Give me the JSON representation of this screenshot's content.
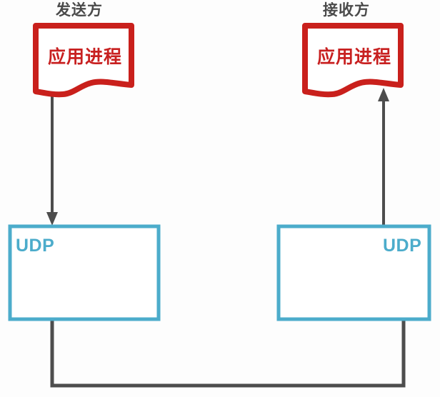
{
  "diagram": {
    "title_left": "发送方",
    "title_right": "接收方",
    "colors": {
      "process_stroke": "#c9201c",
      "process_text": "#c82020",
      "udp_stroke": "#4caccb",
      "udp_text": "#4caccb",
      "arrow": "#4d4d4d",
      "title_text": "#4a4a4a",
      "background": "#fdfdfd"
    },
    "nodes": [
      {
        "id": "sender-process",
        "kind": "document",
        "label": "应用进程",
        "side": "left"
      },
      {
        "id": "receiver-process",
        "kind": "document",
        "label": "应用进程",
        "side": "right"
      },
      {
        "id": "sender-udp",
        "kind": "rect",
        "label": "UDP",
        "label_align": "left",
        "side": "left"
      },
      {
        "id": "receiver-udp",
        "kind": "rect",
        "label": "UDP",
        "label_align": "right",
        "side": "right"
      }
    ],
    "edges": [
      {
        "id": "sender-down-arrow",
        "from": "sender-process",
        "to": "sender-udp",
        "direction": "down",
        "arrowhead": true
      },
      {
        "id": "receiver-up-arrow",
        "from": "receiver-udp",
        "to": "receiver-process",
        "direction": "up",
        "arrowhead": true
      },
      {
        "id": "network-link",
        "from": "sender-udp",
        "to": "receiver-udp",
        "direction": "bidirectional-path",
        "arrowhead": false
      }
    ]
  }
}
